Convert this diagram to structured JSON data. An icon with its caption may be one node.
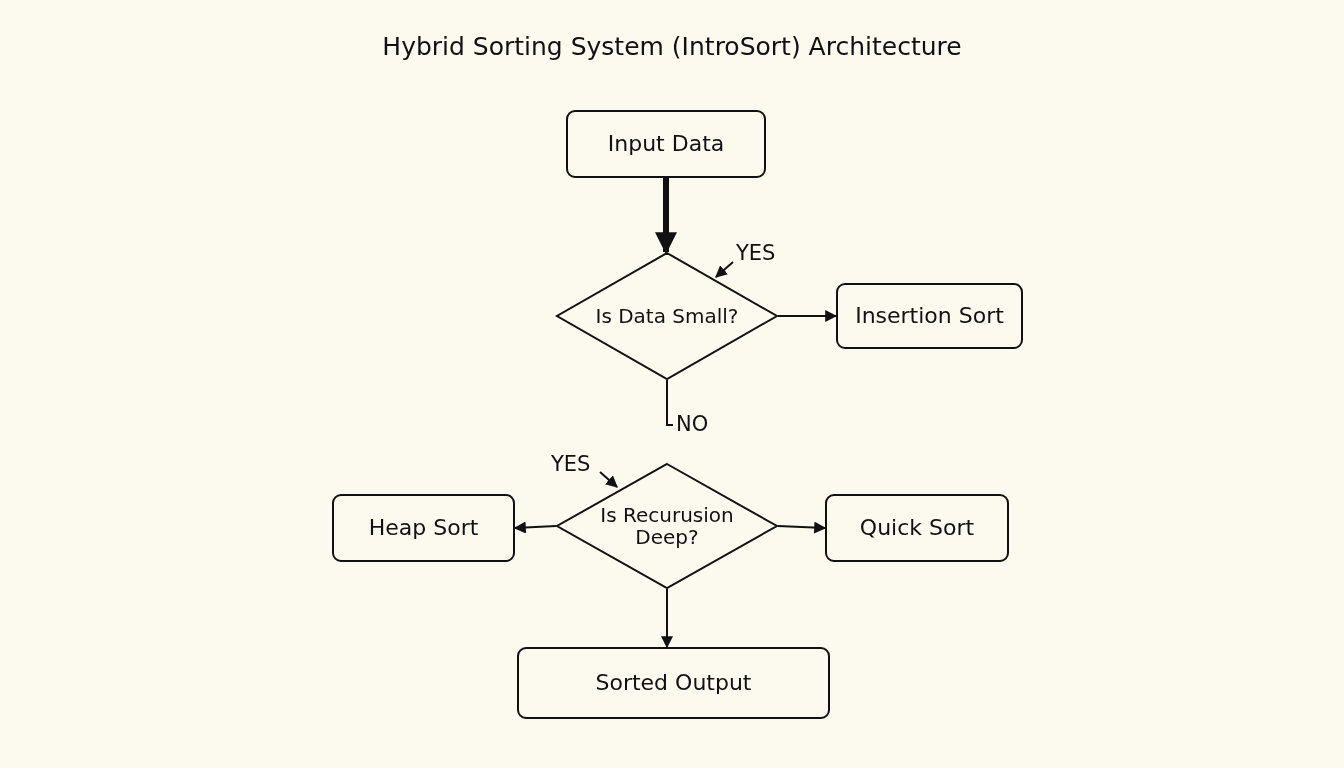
{
  "diagram": {
    "title": "Hybrid Sorting System (IntroSort) Architecture",
    "nodes": [
      {
        "text": [
          "Input Data"
        ]
      },
      {
        "text": [
          "Is Data Small?"
        ]
      },
      {
        "text": [
          "Insertion Sort"
        ]
      },
      {
        "text": [
          "Is Recurusion Deep?"
        ]
      },
      {
        "text": [
          "Heap Sort"
        ]
      },
      {
        "text": [
          "Quick Sort"
        ]
      },
      {
        "text": [
          "Sorted Output"
        ]
      }
    ],
    "edges": [
      {
        "from": 0,
        "to": 1,
        "arrow": "to",
        "style": "thick"
      },
      {
        "from": 1,
        "to": 2,
        "arrow": "to"
      },
      {
        "from": 1,
        "to": null,
        "arrow": "none",
        "label": "NO"
      },
      {
        "from": 3,
        "to": 4,
        "arrow": "to"
      },
      {
        "from": 3,
        "to": 5,
        "arrow": "to"
      },
      {
        "from": 3,
        "to": 6,
        "arrow": "to"
      }
    ],
    "labels": [
      "YES",
      "YES"
    ]
  }
}
